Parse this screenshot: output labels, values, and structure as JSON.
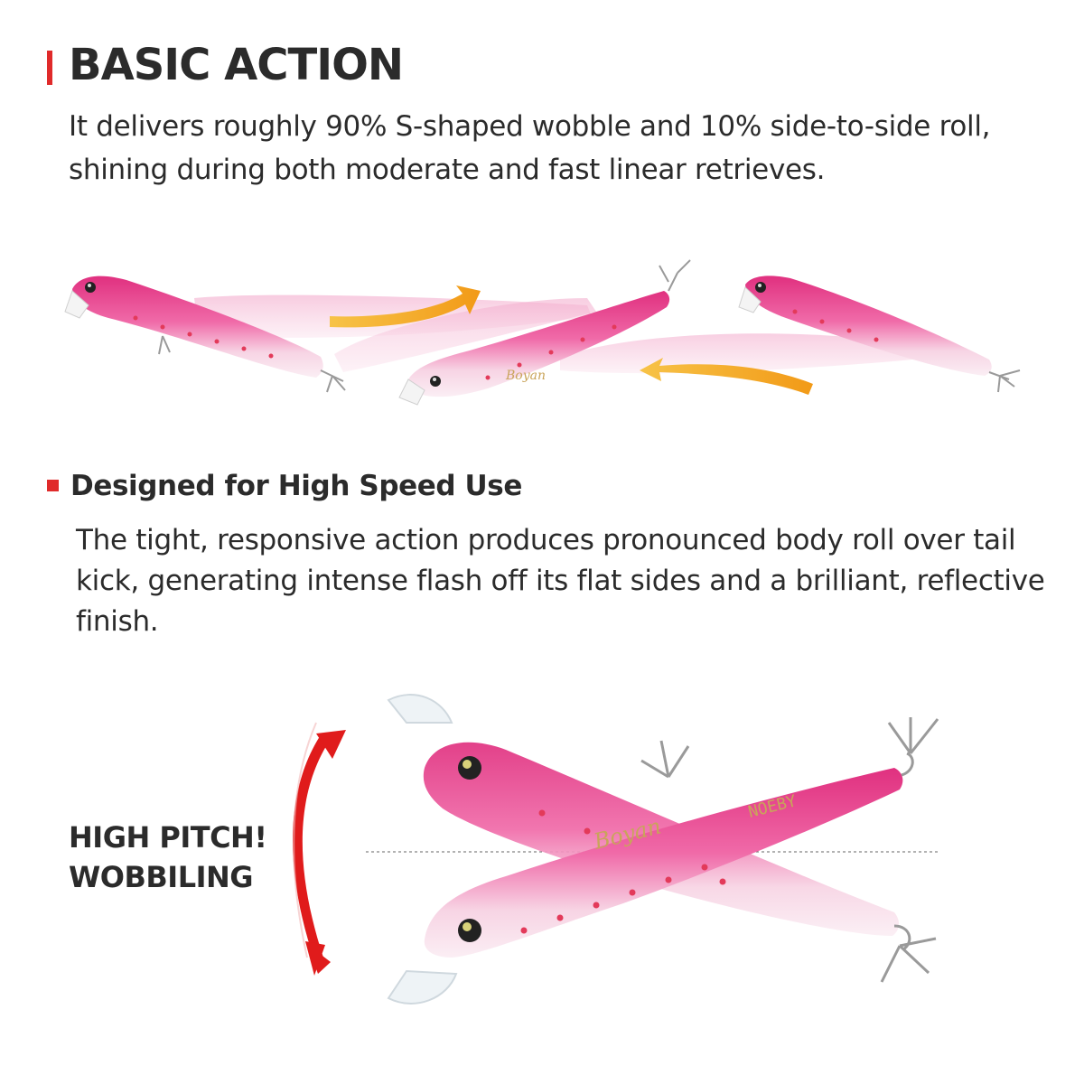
{
  "header": {
    "title": "BASIC ACTION",
    "description": "It delivers roughly 90% S-shaped wobble and 10% side-to-side roll, shining during both moderate and fast linear retrieves."
  },
  "feature": {
    "title": "Designed for High Speed Use",
    "description": "The tight, responsive action produces pronounced body roll over tail kick, generating intense flash off its flat sides and a brilliant, reflective finish."
  },
  "pitch_label": {
    "line1": "HIGH PITCH!",
    "line2": "WOBBILING"
  },
  "lure": {
    "brand": "Boyan",
    "maker": "NOEBY"
  },
  "colors": {
    "accent": "#e02a2a",
    "lure_pink": "#e23a86",
    "arrow_orange": "#f2a51b"
  }
}
